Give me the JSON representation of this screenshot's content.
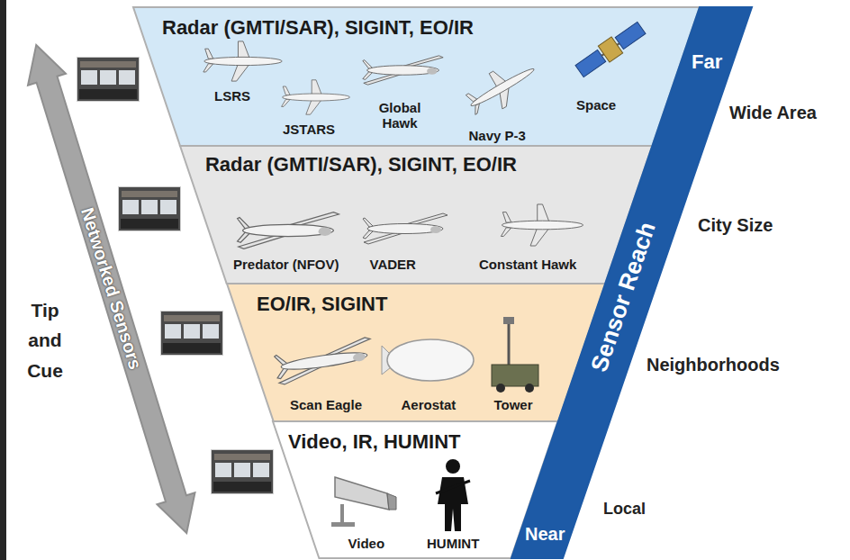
{
  "diagram": {
    "nodes": [
      {
        "text": [
          "Radar (GMTI/SAR), SIGINT, EO/IR",
          "LSRS",
          "JSTARS",
          "Global Hawk",
          "Navy P-3",
          "Space"
        ]
      },
      {
        "text": [
          "Radar (GMTI/SAR), SIGINT, EO/IR",
          "Predator (NFOV)",
          "VADER",
          "Constant Hawk"
        ]
      },
      {
        "text": [
          "EO/IR, SIGINT",
          "Scan Eagle",
          "Aerostat",
          "Tower"
        ]
      },
      {
        "text": [
          "Video, IR, HUMINT",
          "Video",
          "HUMINT"
        ]
      },
      {
        "text": [
          "Far",
          "Sensor Reach",
          "Near"
        ]
      },
      {
        "text": [
          "Networked Sensors"
        ]
      }
    ],
    "labels": [
      "Tip and Cue",
      "Wide Area",
      "City Size",
      "Neighborhoods",
      "Local"
    ]
  }
}
